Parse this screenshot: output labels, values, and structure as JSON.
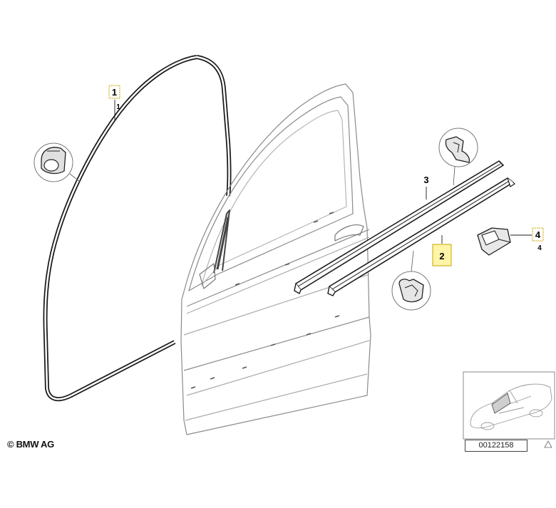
{
  "parts": [
    {
      "callout": "1",
      "sub": "1"
    },
    {
      "callout": "2"
    },
    {
      "callout": "3"
    },
    {
      "callout": "4",
      "sub": "4"
    }
  ],
  "copyright": "© BMW AG",
  "image_ref": "00122158",
  "colors": {
    "highlight": "#fff5a8",
    "highlight_border": "#c9a400",
    "line": "#1a1a1a",
    "light_line": "#8a8a8a"
  }
}
